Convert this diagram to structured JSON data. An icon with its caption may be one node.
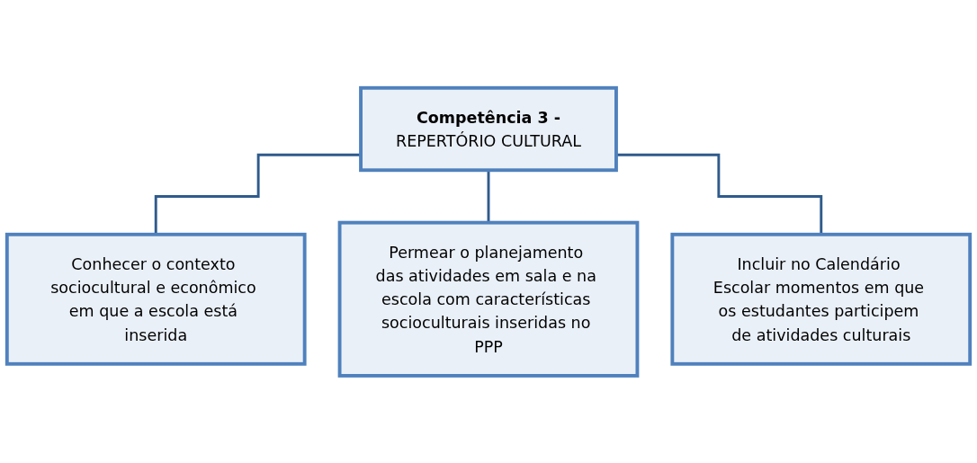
{
  "diagram": {
    "nodes": [
      {
        "text": [
          "Competência 3 -",
          "REPERTÓRIO CULTURAL"
        ]
      },
      {
        "text": [
          "Conhecer o contexto sociocultural e econômico em que a escola está inserida"
        ]
      },
      {
        "text": [
          "Permear o planejamento das atividades em sala e na escola com características socioculturais inseridas no PPP"
        ]
      },
      {
        "text": [
          "Incluir no Calendário Escolar momentos em que os estudantes participem de atividades culturais"
        ]
      }
    ],
    "edges": [
      {
        "from": 0,
        "to": 1,
        "arrow": "none"
      },
      {
        "from": 0,
        "to": 2,
        "arrow": "none"
      },
      {
        "from": 0,
        "to": 3,
        "arrow": "none"
      }
    ]
  }
}
